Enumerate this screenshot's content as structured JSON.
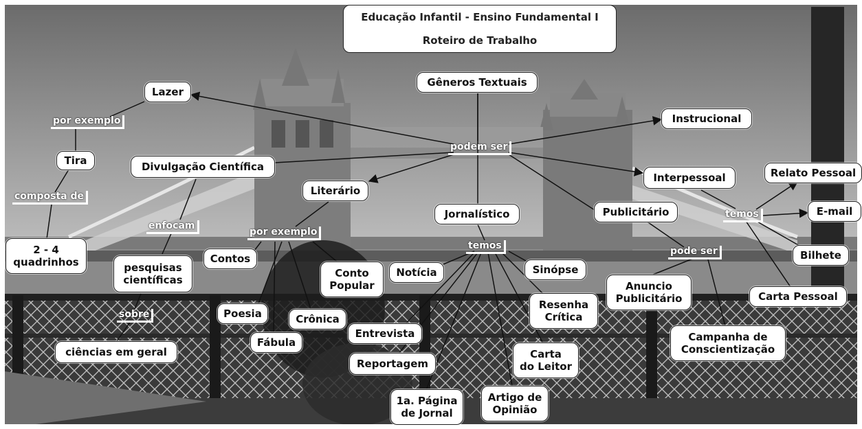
{
  "title": {
    "line1": "Educação Infantil - Ensino Fundamental I",
    "line2": "Roteiro de Trabalho"
  },
  "concepts": {
    "generos": "Gêneros Textuais",
    "lazer": "Lazer",
    "tira": "Tira",
    "quadrinhos": "2 - 4\nquadrinhos",
    "divulgacao": "Divulgação Científica",
    "pesquisas": "pesquisas\ncientíficas",
    "ciencias": "ciências em geral",
    "literario": "Literário",
    "contos": "Contos",
    "conto_popular": "Conto\nPopular",
    "poesia": "Poesia",
    "cronica": "Crônica",
    "fabula": "Fábula",
    "jornalistico": "Jornalístico",
    "noticia": "Notícia",
    "sinopse": "Sinópse",
    "resenha": "Resenha\nCrítica",
    "entrevista": "Entrevista",
    "reportagem": "Reportagem",
    "carta_leitor": "Carta\ndo Leitor",
    "primeira_pagina": "1a. Página\nde Jornal",
    "artigo": "Artigo de\nOpinião",
    "instrucional": "Instrucional",
    "interpessoal": "Interpessoal",
    "relato": "Relato Pessoal",
    "email": "E-mail",
    "bilhete": "Bilhete",
    "carta_pessoal": "Carta Pessoal",
    "publicitario": "Publicitário",
    "anuncio": "Anuncio\nPublicitário",
    "campanha": "Campanha de\nConscientização"
  },
  "link_labels": {
    "podem_ser": "podem ser",
    "por_exemplo_lazer": "por exemplo",
    "composta_de": "composta de",
    "enfocam": "enfocam",
    "sobre": "sobre",
    "por_exemplo_literario": "por exemplo",
    "temos_jornalistico": "temos",
    "temos_interpessoal": "temos",
    "pode_ser": "pode ser"
  }
}
